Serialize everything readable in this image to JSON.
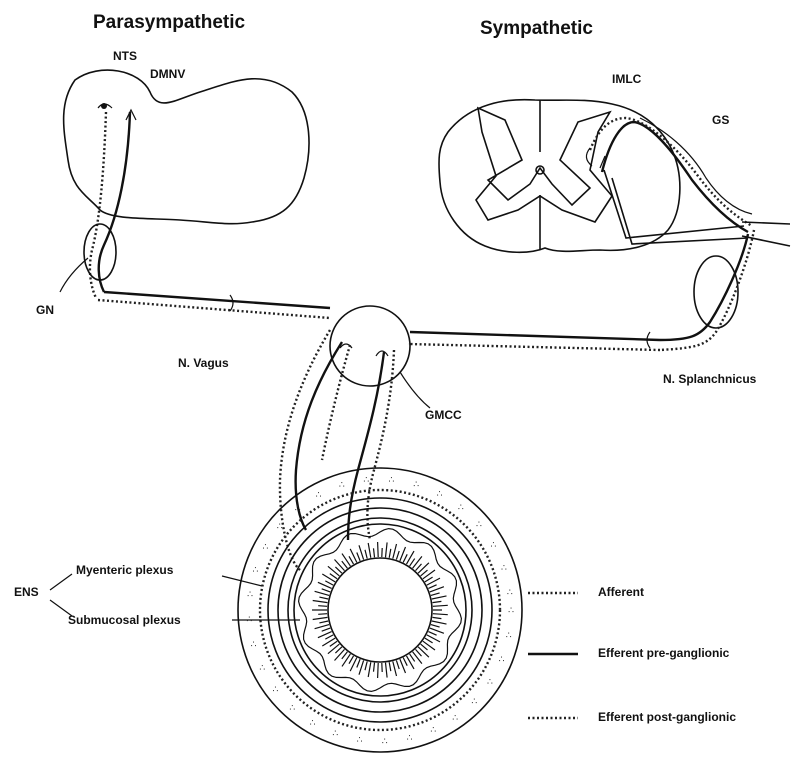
{
  "headings": {
    "parasympathetic": "Parasympathetic",
    "sympathetic": "Sympathetic"
  },
  "labels": {
    "nts": "NTS",
    "dmnv": "DMNV",
    "imlc": "IMLC",
    "gs": "GS",
    "gn": "GN",
    "n_vagus": "N. Vagus",
    "n_splanchnicus": "N. Splanchnicus",
    "gmcc": "GMCC",
    "ens": "ENS",
    "myenteric_plexus": "Myenteric plexus",
    "submucosal_plexus": "Submucosal plexus"
  },
  "legend": {
    "afferent": "Afferent",
    "efferent_pre": "Efferent pre-ganglionic",
    "efferent_post": "Efferent post-ganglionic"
  },
  "colors": {
    "ink": "#111111",
    "background": "#ffffff"
  }
}
